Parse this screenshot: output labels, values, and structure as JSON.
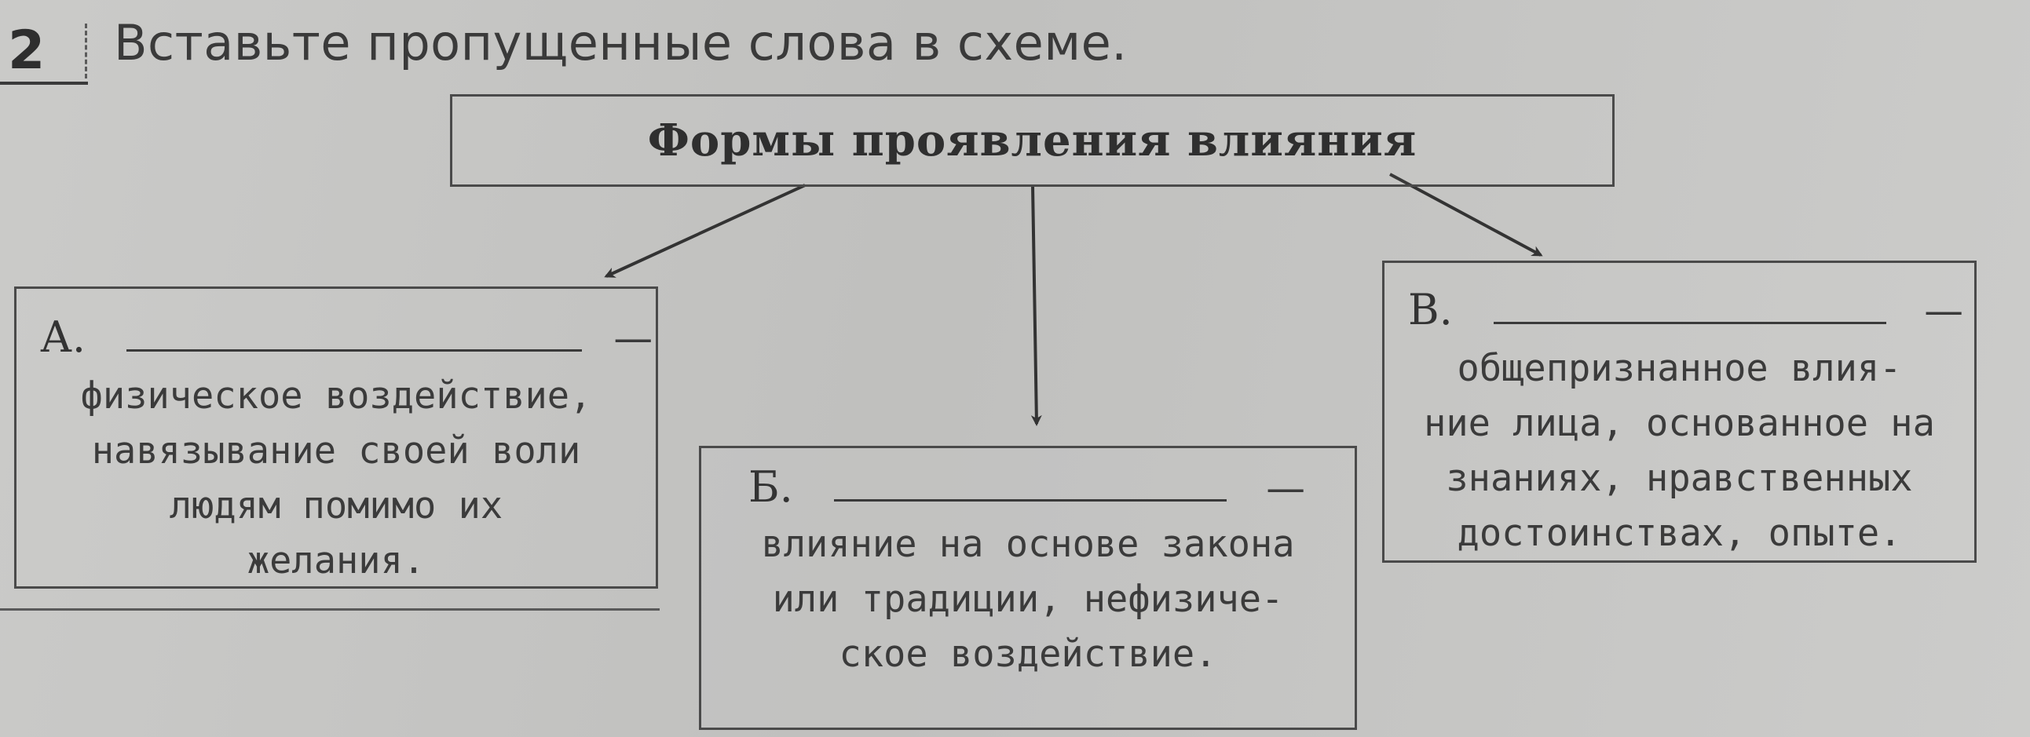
{
  "task": {
    "number": "2",
    "instruction": "Вставьте пропущенные слова в схеме."
  },
  "diagram": {
    "root": {
      "label": "Формы проявления влияния"
    },
    "branches": [
      {
        "letter": "А.",
        "dash": "—",
        "lines": [
          "физическое воздействие,",
          "навязывание своей воли",
          "людям помимо их",
          "желания."
        ]
      },
      {
        "letter": "Б.",
        "dash": "—",
        "lines": [
          "влияние на основе закона",
          "или традиции, нефизиче-",
          "ское воздействие."
        ]
      },
      {
        "letter": "В.",
        "dash": "—",
        "lines": [
          "общепризнанное влия-",
          "ние лица, основанное на",
          "знаниях, нравственных",
          "достоинствах, опыте."
        ]
      }
    ]
  },
  "colors": {
    "paper": "#c6c6c4",
    "ink": "#3a3a3a"
  }
}
